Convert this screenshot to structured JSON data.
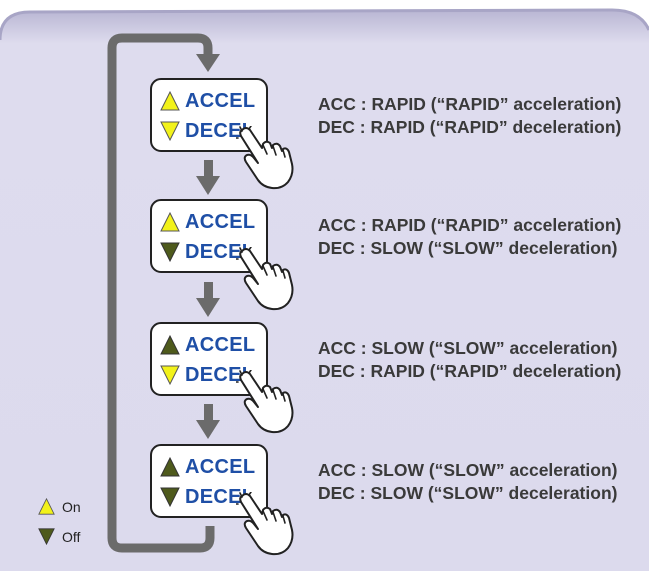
{
  "colors": {
    "panel_bg": "#dcdaed",
    "arrow": "#6b6b6b",
    "label": "#1f4fa6",
    "on": "#f2f21a",
    "off": "#4e5a1c"
  },
  "steps": [
    {
      "accel_label": "ACCEL",
      "accel_state": "on",
      "decel_label": "DECEL",
      "decel_state": "on",
      "acc_text": "ACC : RAPID (“RAPID” acceleration)",
      "dec_text": "DEC : RAPID (“RAPID” deceleration)"
    },
    {
      "accel_label": "ACCEL",
      "accel_state": "on",
      "decel_label": "DECEL",
      "decel_state": "off",
      "acc_text": "ACC : RAPID (“RAPID” acceleration)",
      "dec_text": "DEC : SLOW (“SLOW” deceleration)"
    },
    {
      "accel_label": "ACCEL",
      "accel_state": "off",
      "decel_label": "DECEL",
      "decel_state": "on",
      "acc_text": "ACC : SLOW (“SLOW” acceleration)",
      "dec_text": "DEC : RAPID (“RAPID” deceleration)"
    },
    {
      "accel_label": "ACCEL",
      "accel_state": "off",
      "decel_label": "DECEL",
      "decel_state": "off",
      "acc_text": "ACC : SLOW (“SLOW” acceleration)",
      "dec_text": "DEC : SLOW (“SLOW” deceleration)"
    }
  ],
  "legend": {
    "on_label": "On",
    "off_label": "Off"
  },
  "icons": {
    "up": "triangle-up-icon",
    "down": "triangle-down-icon",
    "hand": "pointing-hand-icon"
  }
}
